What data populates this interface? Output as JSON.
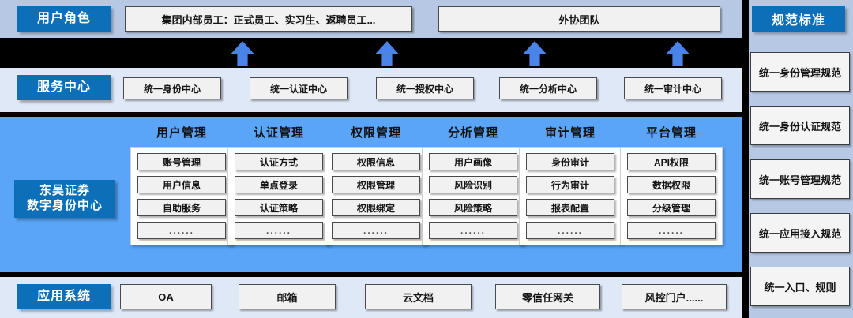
{
  "bands": {
    "roles": {
      "label": "用户角色",
      "boxes": [
        "集团内部员工：正式员工、实习生、返聘员工...",
        "外协团队"
      ]
    },
    "service_center": {
      "label": "服务中心",
      "boxes": [
        "统一身份中心",
        "统一认证中心",
        "统一授权中心",
        "统一分析中心",
        "统一审计中心"
      ]
    },
    "core": {
      "label_line1": "东吴证券",
      "label_line2": "数字身份中心",
      "columns": [
        {
          "title": "用户管理",
          "items": [
            "账号管理",
            "用户信息",
            "自助服务",
            "......"
          ]
        },
        {
          "title": "认证管理",
          "items": [
            "认证方式",
            "单点登录",
            "认证策略",
            "......"
          ]
        },
        {
          "title": "权限管理",
          "items": [
            "权限信息",
            "权限管理",
            "权限绑定",
            "......"
          ]
        },
        {
          "title": "分析管理",
          "items": [
            "用户画像",
            "风险识别",
            "风险策略",
            "......"
          ]
        },
        {
          "title": "审计管理",
          "items": [
            "身份审计",
            "行为审计",
            "报表配置",
            "......"
          ]
        },
        {
          "title": "平台管理",
          "items": [
            "API权限",
            "数据权限",
            "分级管理",
            "......"
          ]
        }
      ]
    },
    "apps": {
      "label": "应用系统",
      "boxes": [
        "OA",
        "邮箱",
        "云文档",
        "零信任网关",
        "风控门户......"
      ]
    }
  },
  "standards_rail": {
    "header": "规范标准",
    "items": [
      "统一身份管理规范",
      "统一身份认证规范",
      "统一账号管理规范",
      "统一应用接入规范",
      "统一入口、规则"
    ]
  },
  "colors": {
    "label_blue": "#0d6fb8",
    "band_roles_bg": "#b6c8e4",
    "band_light_bg": "#dfe8f7",
    "band_core_bg": "#5aa5f8",
    "arrow_blue": "#4a84e8",
    "box_bg": "#f1f1f1",
    "separator": "#000000"
  }
}
